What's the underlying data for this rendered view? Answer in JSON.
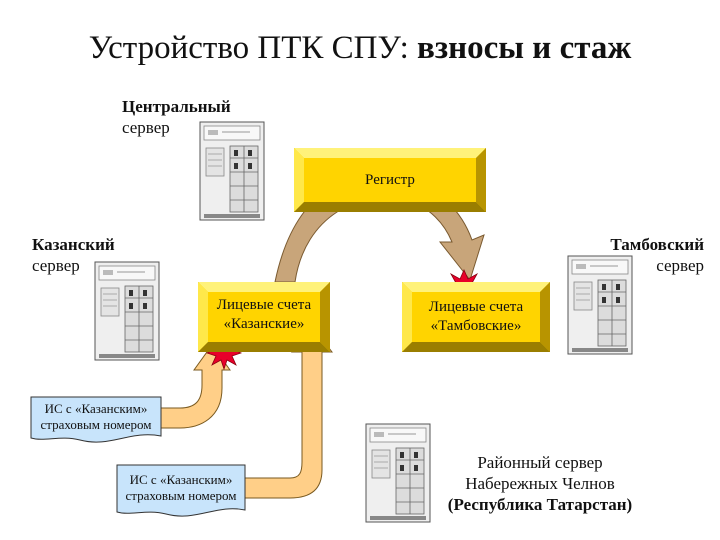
{
  "title": {
    "main": "Устройство ПТК СПУ: ",
    "bold": "взносы и стаж"
  },
  "servers": {
    "central": {
      "line1": "Центральный",
      "line2": "сервер"
    },
    "kazan": {
      "line1": "Казанский",
      "line2": "сервер"
    },
    "tambov": {
      "line1": "Тамбовский",
      "line2": "сервер"
    },
    "district": {
      "line1": "Районный сервер",
      "line2": "Набережных Челнов",
      "line3": "(Республика Татарстан)"
    }
  },
  "boxes": {
    "registry": "Регистр",
    "kazan_accounts": {
      "line1": "Лицевые счета",
      "line2": "«Казанские»"
    },
    "tambov_accounts": {
      "line1": "Лицевые счета",
      "line2": "«Тамбовские»"
    }
  },
  "notes": {
    "is1": {
      "line1": "ИС с «Казанским»",
      "line2": "страховым номером"
    },
    "is2": {
      "line1": "ИС с «Казанским»",
      "line2": "страховым номером"
    }
  },
  "colors": {
    "box_fill": "#ffd400",
    "box_bevel_light": "#fff27a",
    "box_bevel_dark": "#9a7e00",
    "arc_fill": "#c8a57a",
    "arrow_fill": "#ffcf88",
    "note_fill": "#c8e4fb",
    "burst_fill": "#e8002a"
  },
  "icons": {
    "server": "server-tower-icon",
    "burst": "red-burst-icon",
    "note": "document-note-icon"
  }
}
